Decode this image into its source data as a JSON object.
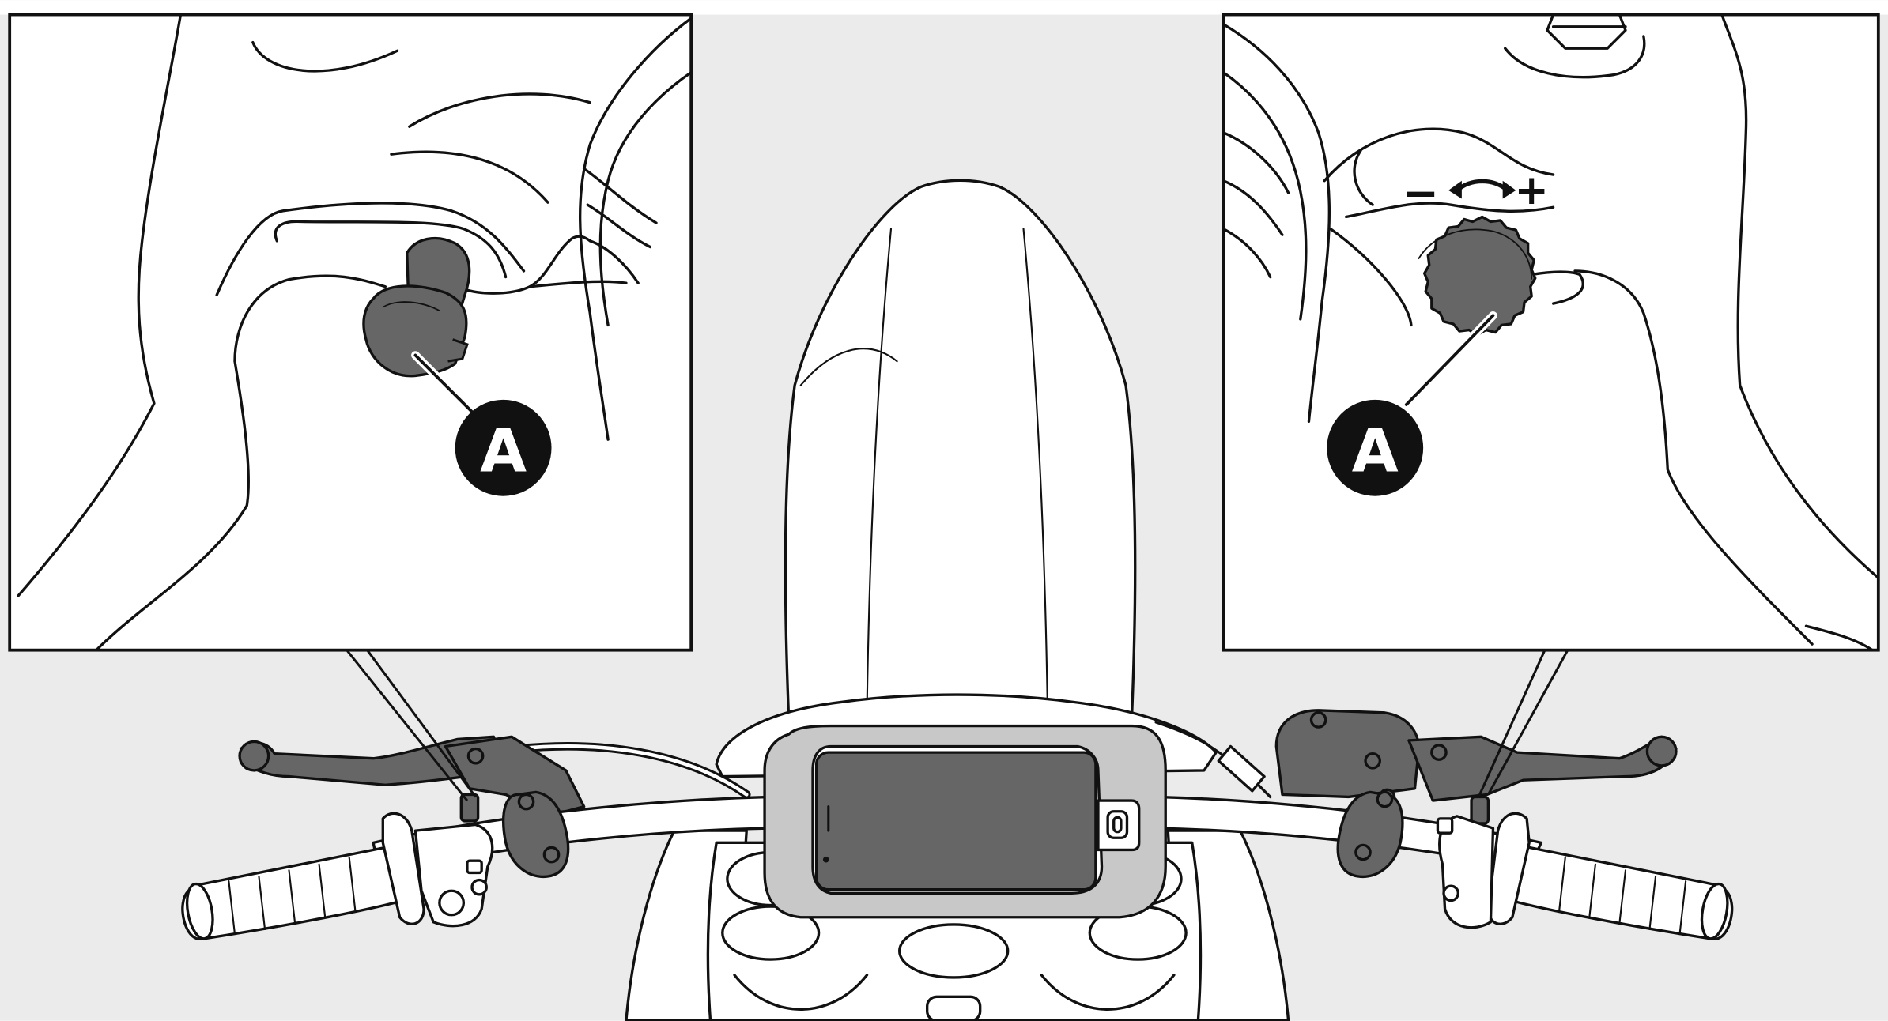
{
  "colors": {
    "background": "#ebebeb",
    "inset_panel": "#ffffff",
    "outline": "#111111",
    "part_fill": "#666666",
    "callout_fill": "#111111",
    "callout_text": "#ffffff"
  },
  "callouts": {
    "left_label": "A",
    "right_label": "A"
  },
  "adjuster": {
    "minus_sign": "−",
    "plus_sign": "+"
  },
  "icons": {
    "left_detail": "lever-reach-adjuster",
    "right_detail": "knurled-adjuster-knob",
    "main": "motorcycle-handlebar-top-view"
  }
}
